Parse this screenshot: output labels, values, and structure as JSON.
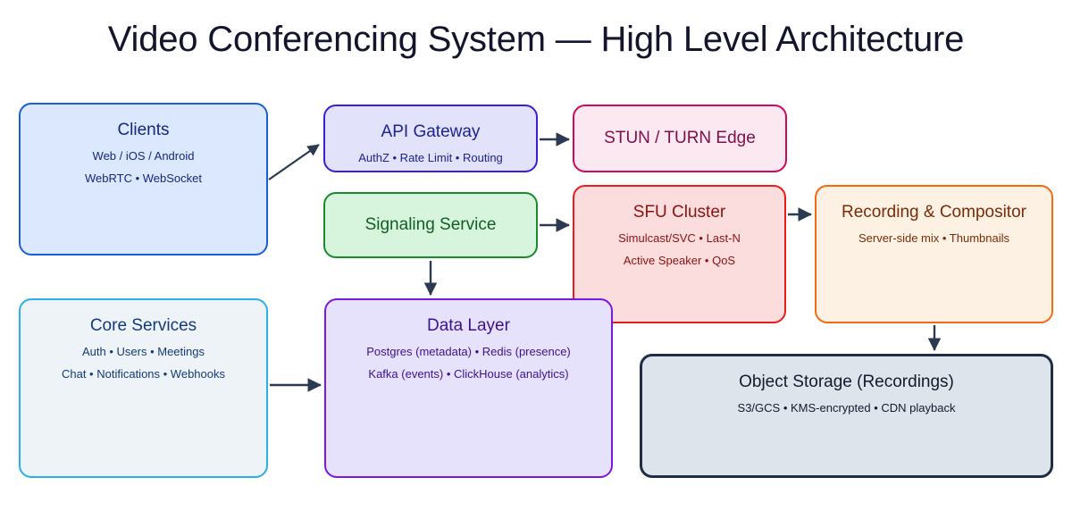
{
  "title": "Video Conferencing System — High Level Architecture",
  "background": "#ffffff",
  "nodes": {
    "clients": {
      "title": "Clients",
      "line1": "Web / iOS / Android",
      "line2": "WebRTC • WebSocket",
      "fill": "#dbe8fd",
      "border": "#1a5fd8",
      "text": "#17277e"
    },
    "api_gateway": {
      "title": "API Gateway",
      "line1": "AuthZ • Rate Limit • Routing",
      "fill": "#e2e2fb",
      "border": "#3a1fd6",
      "text": "#1d2390"
    },
    "stun_turn": {
      "title": "STUN / TURN Edge",
      "fill": "#fce8f1",
      "border": "#cf0a5b",
      "text": "#7d0f4a"
    },
    "signaling": {
      "title": "Signaling Service",
      "fill": "#d6f5dc",
      "border": "#1b8a2f",
      "text": "#125e25"
    },
    "sfu_cluster": {
      "title": "SFU Cluster",
      "line1": "Simulcast/SVC • Last-N",
      "line2": "Active Speaker • QoS",
      "fill": "#fcdddd",
      "border": "#ec1c1c",
      "text": "#8c1212"
    },
    "recording": {
      "title": "Recording & Compositor",
      "line1": "Server-side mix • Thumbnails",
      "fill": "#fdf1e3",
      "border": "#f26b11",
      "text": "#7a2c08"
    },
    "core_services": {
      "title": "Core Services",
      "line1": "Auth • Users • Meetings",
      "line2": "Chat • Notifications • Webhooks",
      "fill": "#eef3f8",
      "border": "#2aafe8",
      "text": "#133b7a"
    },
    "data_layer": {
      "title": "Data Layer",
      "line1": "Postgres (metadata) • Redis (presence)",
      "line2": "Kafka (events) • ClickHouse (analytics)",
      "fill": "#e7e2fb",
      "border": "#7c17e0",
      "text": "#3b1191"
    },
    "object_storage": {
      "title": "Object Storage (Recordings)",
      "line1": "S3/GCS • KMS-encrypted • CDN playback",
      "fill": "#dde4ec",
      "border": "#1f2d46",
      "text": "#121a2c"
    }
  },
  "edges": [
    {
      "name": "clients-to-api-gateway",
      "from": "clients",
      "to": "api_gateway",
      "style": "diagonal"
    },
    {
      "name": "api-gateway-to-stun-turn",
      "from": "api_gateway",
      "to": "stun_turn",
      "style": "horizontal"
    },
    {
      "name": "signaling-to-sfu-cluster",
      "from": "signaling",
      "to": "sfu_cluster",
      "style": "horizontal"
    },
    {
      "name": "sfu-cluster-to-recording",
      "from": "sfu_cluster",
      "to": "recording",
      "style": "horizontal"
    },
    {
      "name": "signaling-to-data-layer",
      "from": "signaling",
      "to": "data_layer",
      "style": "vertical"
    },
    {
      "name": "core-services-to-data-layer",
      "from": "core_services",
      "to": "data_layer",
      "style": "horizontal"
    },
    {
      "name": "recording-to-object-storage",
      "from": "recording",
      "to": "object_storage",
      "style": "vertical"
    }
  ],
  "edge_color": "#2b3a51"
}
